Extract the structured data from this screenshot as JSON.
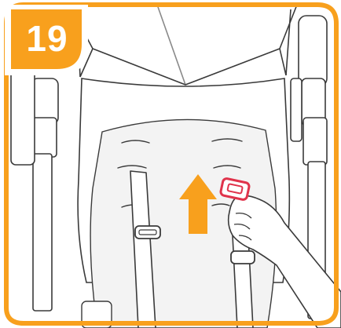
{
  "step": {
    "number": "19"
  },
  "colors": {
    "accent": "#F8A01D",
    "line": "#3a3a3a",
    "seat_shade": "#f3f3f3",
    "buckle": "#E0334B"
  },
  "illustration": {
    "subject": "stroller-seat-harness-adjustment",
    "arrow_direction": "up",
    "icons": [
      "up-arrow-icon",
      "hand-icon",
      "harness-buckle-icon",
      "strap-adjuster-icon"
    ]
  }
}
